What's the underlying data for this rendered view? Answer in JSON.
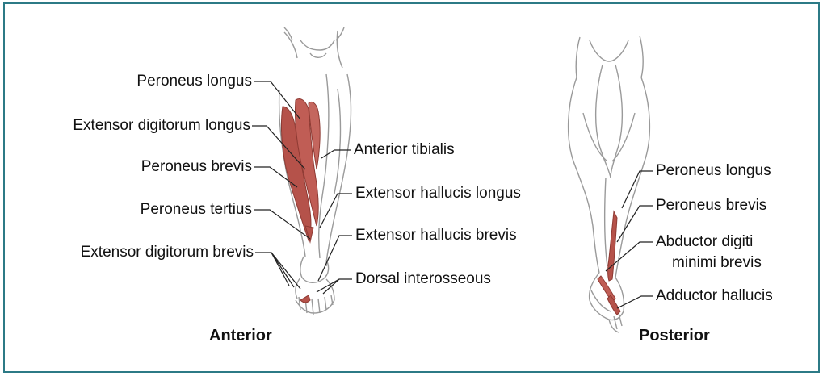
{
  "colors": {
    "frame": "#2c7a86",
    "muscle": "#b5524a",
    "muscle_dark": "#8e3a33",
    "outline": "#9a9a9a",
    "leader": "#222222"
  },
  "anterior": {
    "title": "Anterior",
    "labels": {
      "peroneus_longus": "Peroneus longus",
      "extensor_digitorum_longus": "Extensor digitorum longus",
      "peroneus_brevis": "Peroneus brevis",
      "peroneus_tertius": "Peroneus tertius",
      "extensor_digitorum_brevis": "Extensor digitorum brevis",
      "anterior_tibialis": "Anterior tibialis",
      "extensor_hallucis_longus": "Extensor hallucis longus",
      "extensor_hallucis_brevis": "Extensor hallucis brevis",
      "dorsal_interosseous": "Dorsal interosseous"
    }
  },
  "posterior": {
    "title": "Posterior",
    "labels": {
      "peroneus_longus": "Peroneus longus",
      "peroneus_brevis": "Peroneus brevis",
      "abductor_digiti_minimi_brevis_1": "Abductor digiti",
      "abductor_digiti_minimi_brevis_2": "minimi brevis",
      "adductor_hallucis": "Adductor hallucis"
    }
  }
}
